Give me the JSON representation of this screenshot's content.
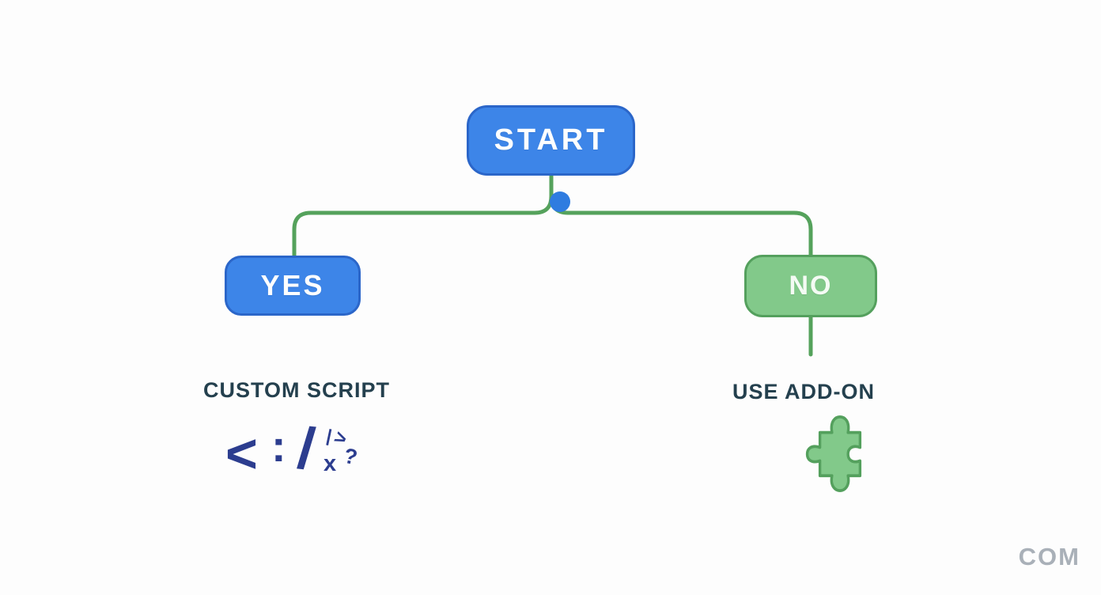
{
  "page": {
    "background": "#fdfdfd",
    "watermark": "COM"
  },
  "flowchart": {
    "start": {
      "label": "START"
    },
    "yes_branch": {
      "label": "YES",
      "result_label": "CUSTOM SCRIPT",
      "icon": "code-icon",
      "icon_glyphs": {
        "angle": "<",
        "colon": ":",
        "slash": "/",
        "tick": "|",
        "caret": ">",
        "hook": "?",
        "x": "x"
      }
    },
    "no_branch": {
      "label": "NO",
      "result_label": "USE ADD-ON",
      "icon": "puzzle-icon"
    }
  },
  "colors": {
    "blue_fill": "#3d85e8",
    "blue_border": "#2b66c9",
    "green_fill": "#82c98a",
    "green_border": "#54a05d",
    "connector_green": "#55a25c",
    "junction_dot_blue": "#2f7ce0",
    "result_label_dark": "#24404e",
    "code_navy": "#2c3d8f",
    "code_green": "#3d8f4d",
    "code_blue": "#2d6fc0",
    "watermark_gray": "#a9b0b8"
  }
}
